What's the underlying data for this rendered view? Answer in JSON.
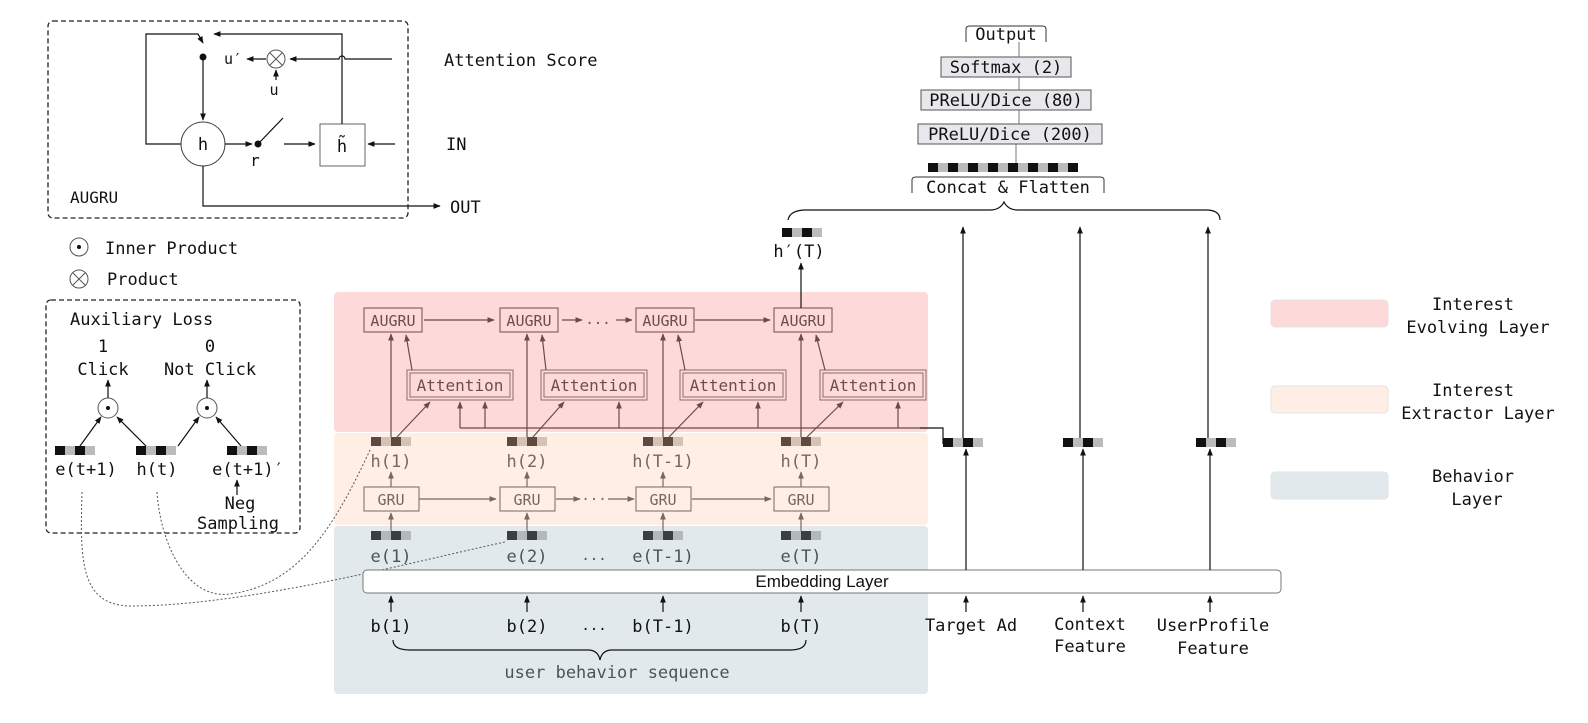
{
  "augru_cell": {
    "title": "AUGRU",
    "node_h": "h",
    "node_h_tilde": "h̃",
    "label_u_prime": "u′",
    "label_u": "u",
    "label_r": "r",
    "input_attention": "Attention Score",
    "input_in": "IN",
    "output_out": "OUT"
  },
  "symbols_legend": {
    "inner_product": "Inner Product",
    "product": "Product"
  },
  "auxiliary_loss": {
    "title": "Auxiliary Loss",
    "click_value": "1",
    "click_label": "Click",
    "not_click_value": "0",
    "not_click_label": "Not Click",
    "e_next": "e(t+1)",
    "h_t": "h(t)",
    "e_next_neg": "e(t+1)′",
    "neg_line1": "Neg",
    "neg_line2": "Sampling"
  },
  "evolving_layer": {
    "augru_label": "AUGRU",
    "attention_label": "Attention",
    "ellipsis": "..."
  },
  "extractor_layer": {
    "gru_label": "GRU",
    "hidden_states": [
      "h(1)",
      "h(2)",
      "h(T-1)",
      "h(T)"
    ],
    "ellipsis": "..."
  },
  "behavior_layer": {
    "embeddings": [
      "e(1)",
      "e(2)",
      "e(T-1)",
      "e(T)"
    ],
    "behaviors": [
      "b(1)",
      "b(2)",
      "b(T-1)",
      "b(T)"
    ],
    "ellipsis": "...",
    "sequence_label": "user behavior sequence"
  },
  "embedding_layer": {
    "label": "Embedding Layer"
  },
  "features": {
    "target_ad": "Target Ad",
    "context_line1": "Context",
    "context_line2": "Feature",
    "user_line1": "UserProfile",
    "user_line2": "Feature"
  },
  "top_stack": {
    "final_state": "h′(T)",
    "concat": "Concat & Flatten",
    "fc1": "PReLU/Dice (200)",
    "fc2": "PReLU/Dice (80)",
    "softmax": "Softmax (2)",
    "output": "Output"
  },
  "layer_legend": [
    {
      "line1": "Interest",
      "line2": "Evolving Layer",
      "color": "#fdd9da"
    },
    {
      "line1": "Interest",
      "line2": "Extractor Layer",
      "color": "#feeee3"
    },
    {
      "line1": "Behavior",
      "line2": "Layer",
      "color": "#e1e9ec"
    }
  ],
  "colors": {
    "evolving_bg": "#fdd9da",
    "extractor_bg": "#feeee3",
    "behavior_bg": "#e1e9ec",
    "box_fill": "#e8e8ec"
  }
}
